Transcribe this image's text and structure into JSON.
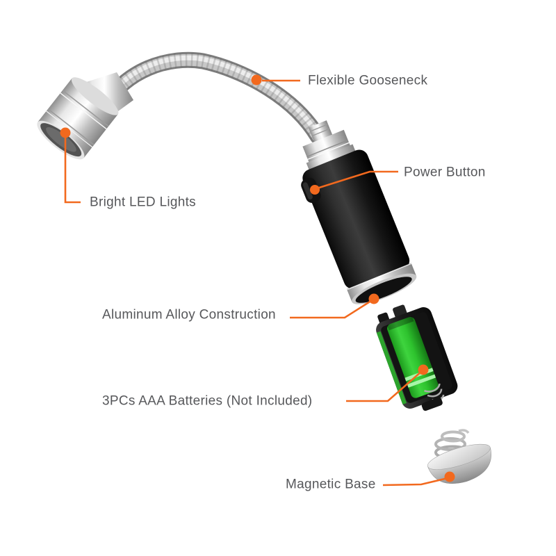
{
  "callouts": [
    {
      "part": "gooseneck",
      "label": "Flexible Gooseneck"
    },
    {
      "part": "power-button",
      "label": "Power Button"
    },
    {
      "part": "led-head",
      "label": "Bright LED Lights"
    },
    {
      "part": "body",
      "label": "Aluminum Alloy Construction"
    },
    {
      "part": "battery-holder",
      "label": "3PCs AAA Batteries (Not Included)"
    },
    {
      "part": "magnetic-base",
      "label": "Magnetic Base"
    }
  ],
  "colors": {
    "accent": "#F2691E",
    "label_text": "#56575A",
    "battery_green": "#2EC32E",
    "body_black": "#141414",
    "metal_silver": "#C9C9C9",
    "background": "#FFFFFF"
  }
}
